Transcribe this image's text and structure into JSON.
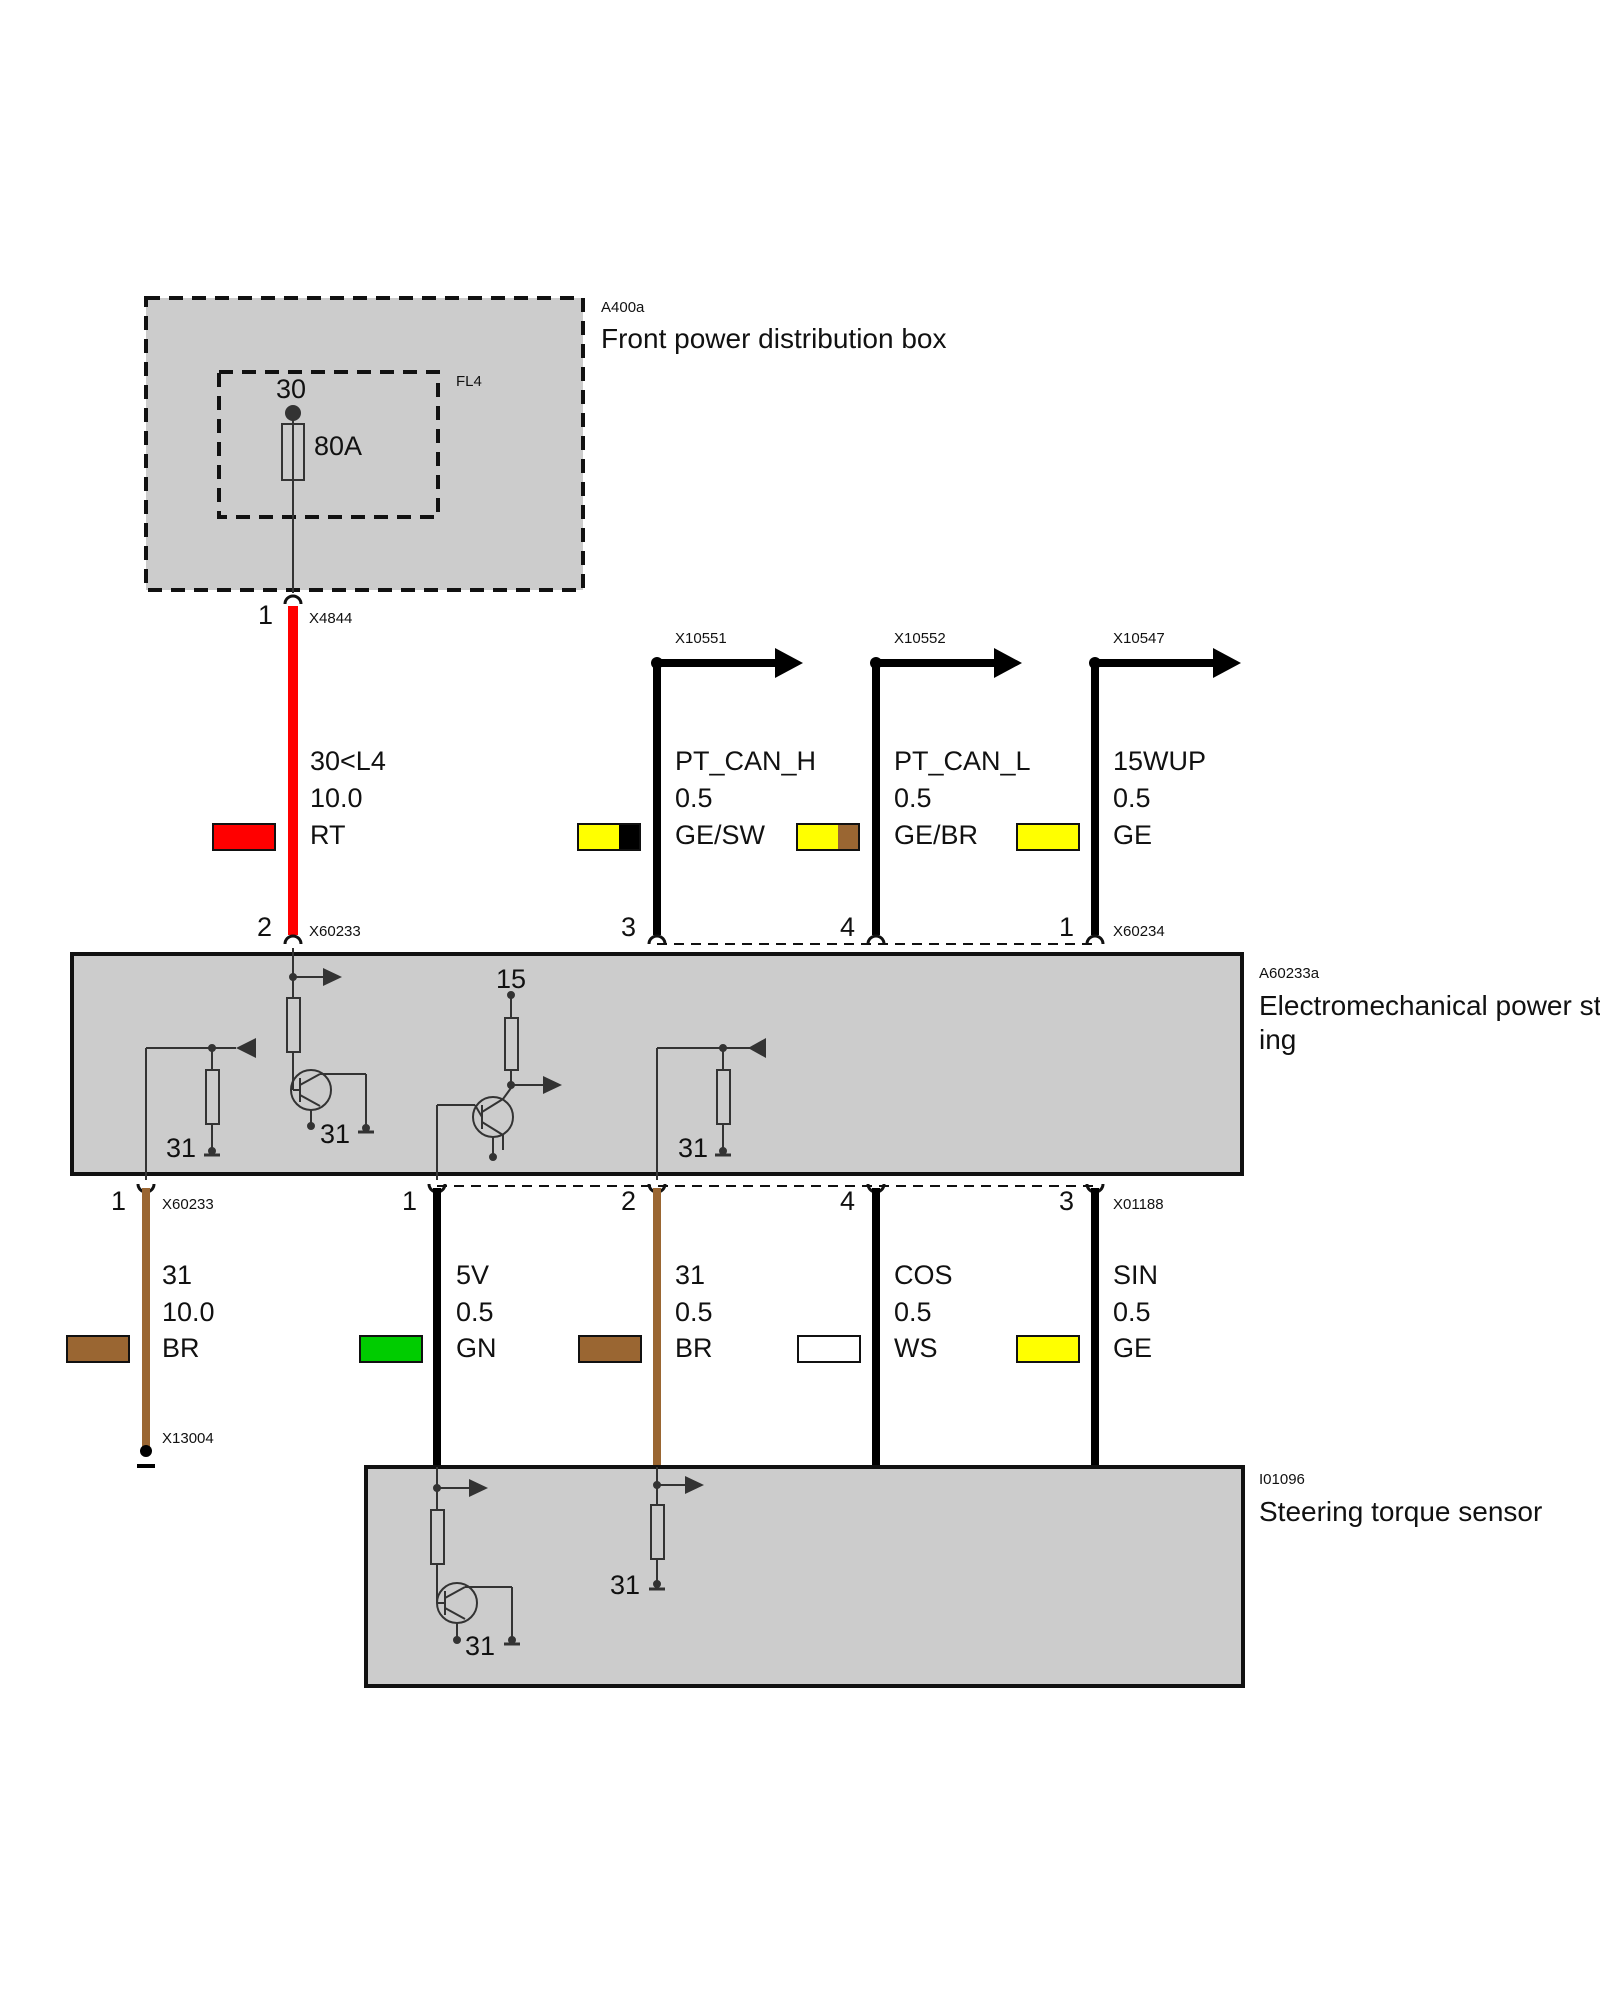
{
  "modules": {
    "distribution_box": {
      "code": "A400a",
      "name": "Front power distribution box"
    },
    "eps": {
      "code": "A60233a",
      "name_line1": "Electromechanical power st",
      "name_line2": "ing"
    },
    "torque_sensor": {
      "code": "I01096",
      "name": "Steering torque sensor"
    }
  },
  "fuse": {
    "code": "FL4",
    "terminal": "30",
    "rating": "80A"
  },
  "connectors": {
    "x4844": "X4844",
    "x60233_top": "X60233",
    "x60234": "X60234",
    "x60233_bottom": "X60233",
    "x01188": "X01188",
    "x13004": "X13004",
    "x10551": "X10551",
    "x10552": "X10552",
    "x10547": "X10547"
  },
  "pins": {
    "x4844_pin": "1",
    "eps_top": [
      "2",
      "3",
      "4",
      "1"
    ],
    "eps_bottom": [
      "1",
      "1",
      "2",
      "4",
      "3"
    ]
  },
  "internal_labels": {
    "ground_a": "31",
    "ground_b": "31",
    "supply_15": "15",
    "ground_c": "31",
    "ground_d": "31",
    "ground_e": "31"
  },
  "wires_top": [
    {
      "signal": "30<L4",
      "gauge": "10.0",
      "color_code": "RT",
      "colors": [
        "#ff0000"
      ]
    },
    {
      "signal": "PT_CAN_H",
      "gauge": "0.5",
      "color_code": "GE/SW",
      "colors": [
        "#ffff00",
        "#000000"
      ]
    },
    {
      "signal": "PT_CAN_L",
      "gauge": "0.5",
      "color_code": "GE/BR",
      "colors": [
        "#ffff00",
        "#9a6632"
      ]
    },
    {
      "signal": "15WUP",
      "gauge": "0.5",
      "color_code": "GE",
      "colors": [
        "#ffff00"
      ]
    }
  ],
  "wires_bottom": [
    {
      "signal": "31",
      "gauge": "10.0",
      "color_code": "BR",
      "colors": [
        "#9a6632"
      ]
    },
    {
      "signal": "5V",
      "gauge": "0.5",
      "color_code": "GN",
      "colors": [
        "#00cc00"
      ]
    },
    {
      "signal": "31",
      "gauge": "0.5",
      "color_code": "BR",
      "colors": [
        "#9a6632"
      ]
    },
    {
      "signal": "COS",
      "gauge": "0.5",
      "color_code": "WS",
      "colors": [
        "#ffffff"
      ]
    },
    {
      "signal": "SIN",
      "gauge": "0.5",
      "color_code": "GE",
      "colors": [
        "#ffff00"
      ]
    }
  ],
  "palette": {
    "module_fill": "#cccccc",
    "red_wire": "#ff0000",
    "brown_wire": "#9a6632",
    "black_wire": "#000000"
  }
}
